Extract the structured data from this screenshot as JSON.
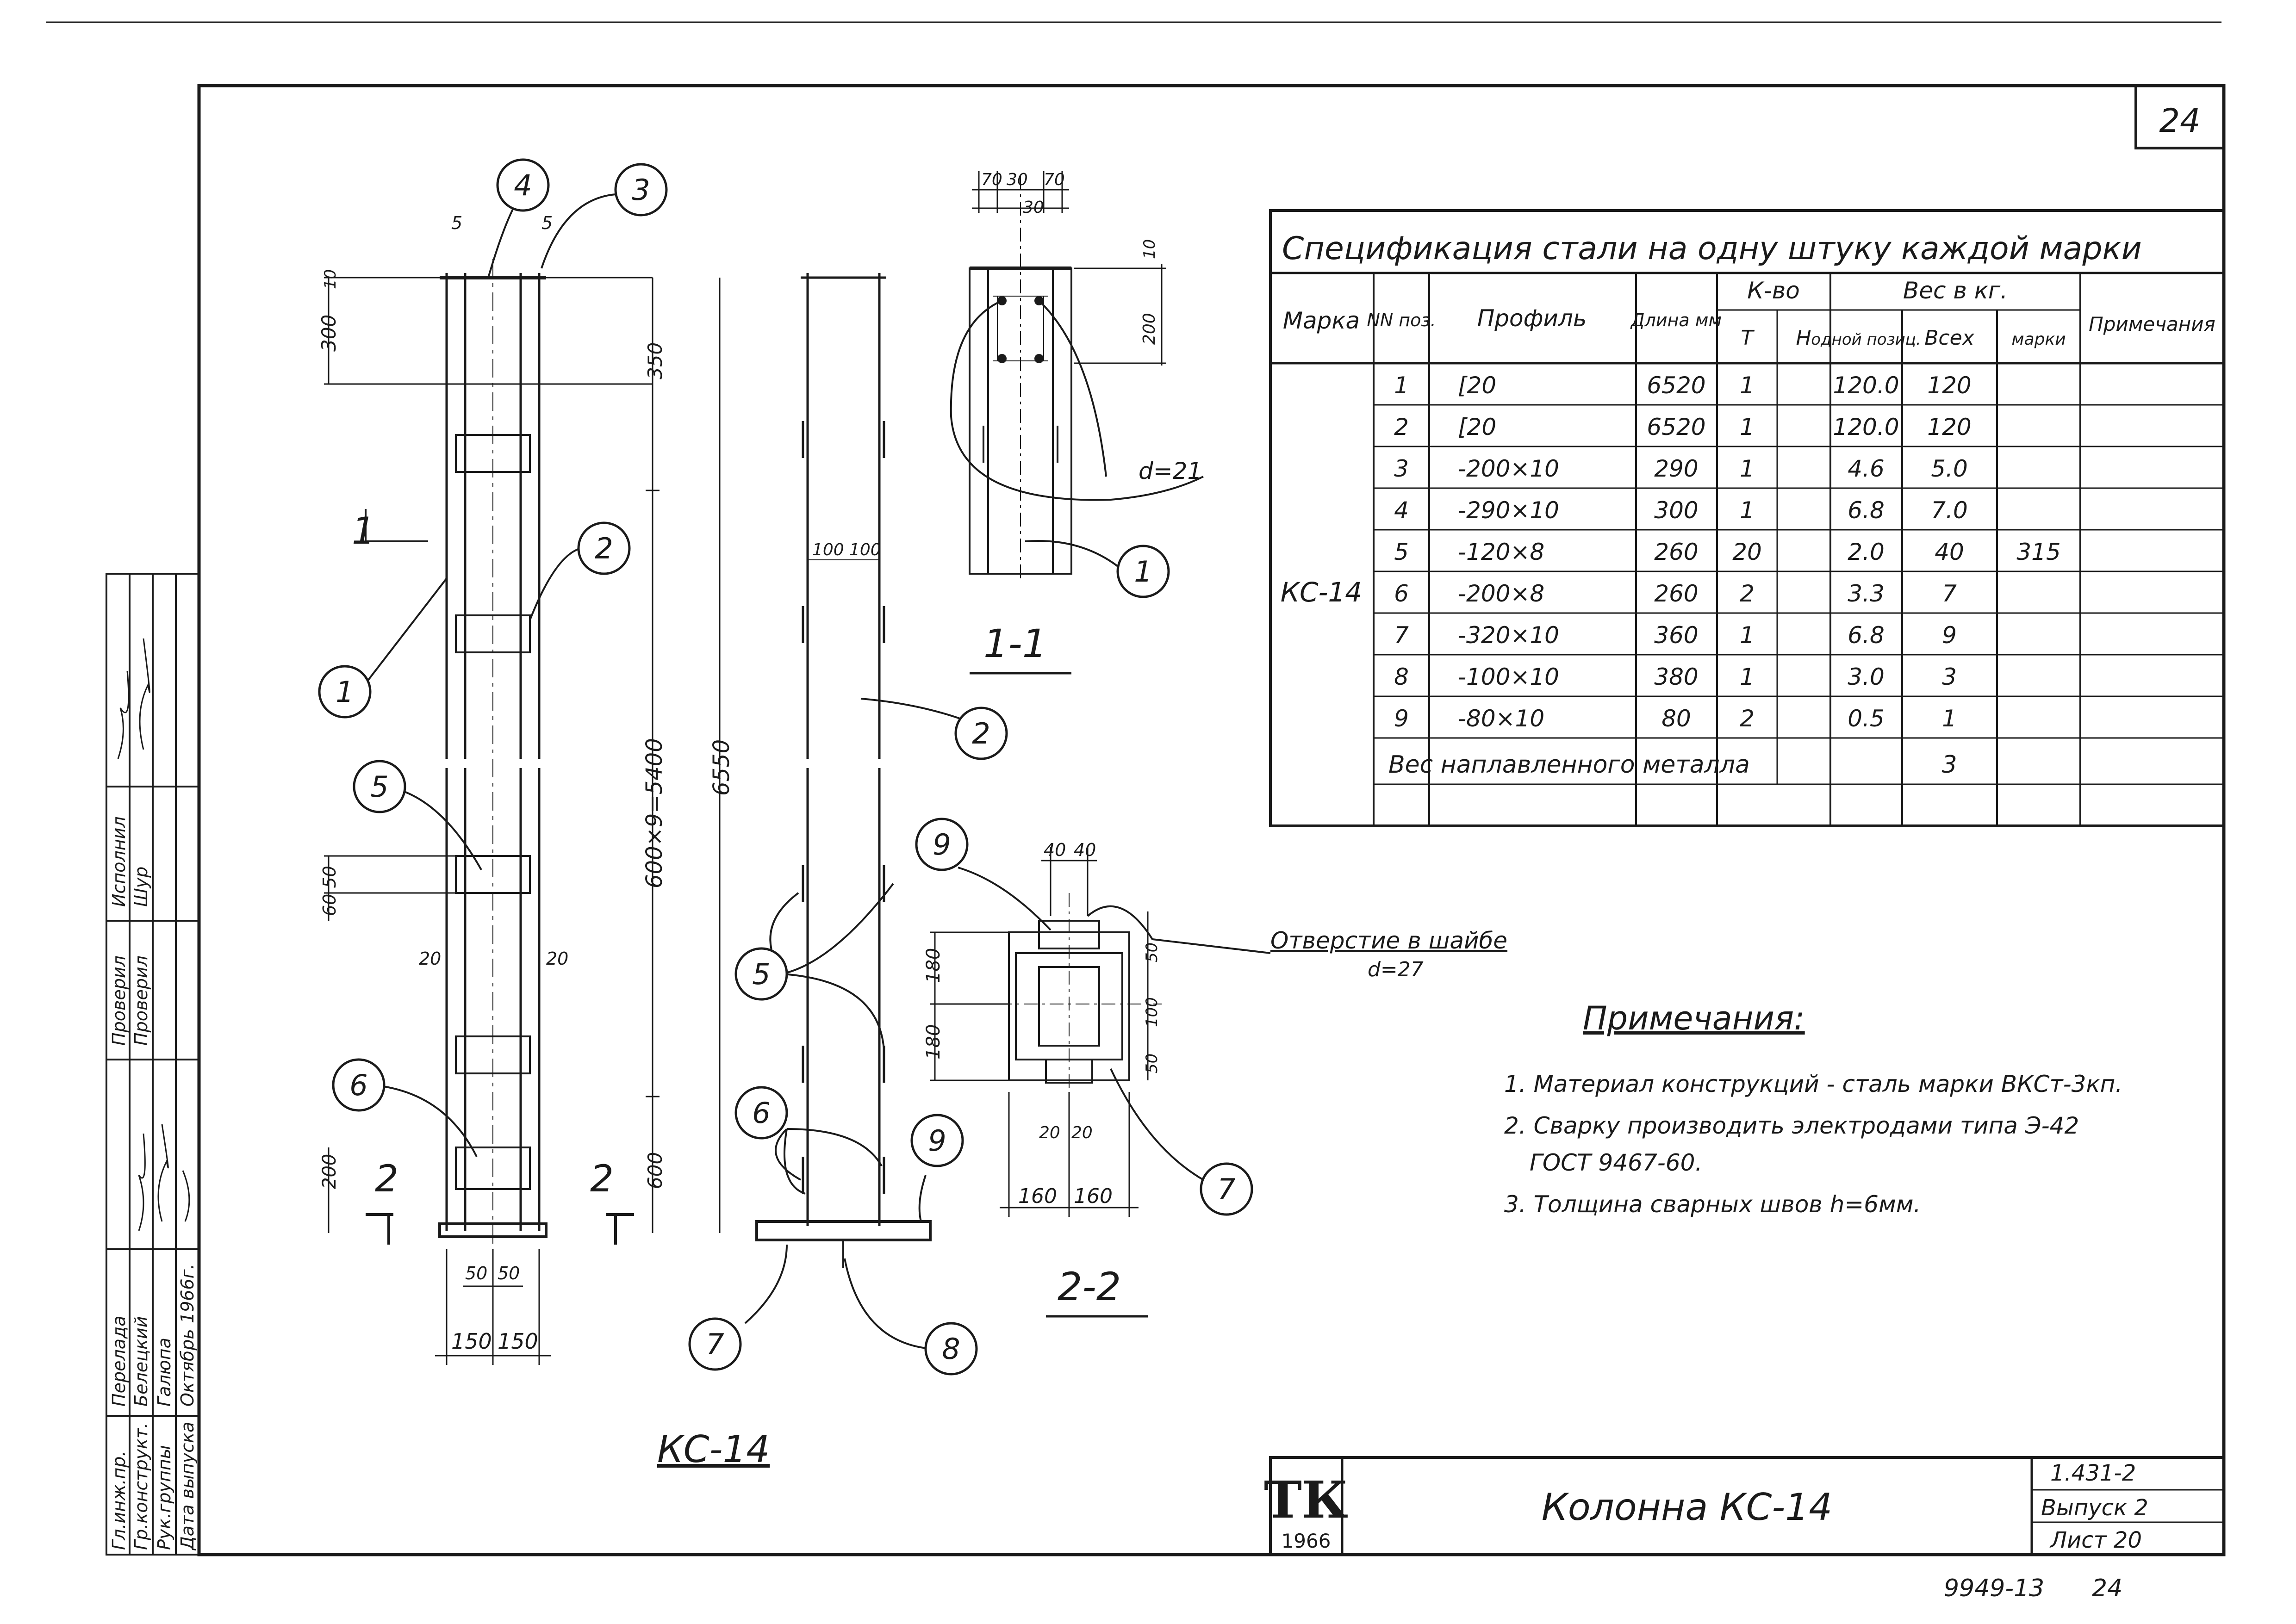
{
  "sheet_number_top": "24",
  "sheet_number_bottom": "24",
  "archive_number": "9949-13",
  "spec": {
    "title": "Спецификация стали на одну штуку каждой марки",
    "headers": {
      "mark": "Марка",
      "pos": "NN поз.",
      "profile": "Профиль",
      "length": "Длина мм",
      "qty": "К-во",
      "qty_t": "Т",
      "qty_n": "Н",
      "weight": "Вес в кг.",
      "weight_unit": "одной позиц.",
      "weight_all": "Всех",
      "weight_mark": "марки",
      "notes": "Примечания"
    },
    "mark": "КС-14",
    "mark_weight": "315",
    "rows": [
      {
        "pos": "1",
        "profile": "[20",
        "length": "6520",
        "qty": "1",
        "unit": "120.0",
        "all": "120"
      },
      {
        "pos": "2",
        "profile": "[20",
        "length": "6520",
        "qty": "1",
        "unit": "120.0",
        "all": "120"
      },
      {
        "pos": "3",
        "profile": "-200×10",
        "length": "290",
        "qty": "1",
        "unit": "4.6",
        "all": "5.0"
      },
      {
        "pos": "4",
        "profile": "-290×10",
        "length": "300",
        "qty": "1",
        "unit": "6.8",
        "all": "7.0"
      },
      {
        "pos": "5",
        "profile": "-120×8",
        "length": "260",
        "qty": "20",
        "unit": "2.0",
        "all": "40"
      },
      {
        "pos": "6",
        "profile": "-200×8",
        "length": "260",
        "qty": "2",
        "unit": "3.3",
        "all": "7"
      },
      {
        "pos": "7",
        "profile": "-320×10",
        "length": "360",
        "qty": "1",
        "unit": "6.8",
        "all": "9"
      },
      {
        "pos": "8",
        "profile": "-100×10",
        "length": "380",
        "qty": "1",
        "unit": "3.0",
        "all": "3"
      },
      {
        "pos": "9",
        "profile": "-80×10",
        "length": "80",
        "qty": "2",
        "unit": "0.5",
        "all": "1"
      }
    ],
    "weld_label": "Вес наплавленного металла",
    "weld_weight": "3"
  },
  "notes": {
    "title": "Примечания:",
    "items": [
      "1. Материал конструкций - сталь марки ВКСт-3кп.",
      "2. Сварку производить электродами типа Э-42",
      "ГОСТ 9467-60.",
      "3. Толщина сварных швов h=6мм."
    ]
  },
  "hole_note": {
    "title": "Отверстие в шайбе",
    "value": "d=27"
  },
  "drawing": {
    "main_label": "КС-14",
    "section_1": "1-1",
    "section_2": "2-2",
    "bolt_label": "d=21",
    "cut_mark_1": "1",
    "cut_mark_2": "2",
    "positions": [
      "1",
      "2",
      "3",
      "4",
      "5",
      "6",
      "7",
      "8",
      "9"
    ],
    "dims": {
      "top_5": "5",
      "d300": "300",
      "d10": "10",
      "d350": "350",
      "d5400": "600×9=5400",
      "d6550": "6550",
      "d600": "600",
      "d200": "200",
      "d60_50": "60 50",
      "d20": "20",
      "d50": "50",
      "d150": "150",
      "d100": "100",
      "d70": "70",
      "d30": "30",
      "d40": "40",
      "d180": "180",
      "d160": "160"
    }
  },
  "stamp_left": {
    "rows": [
      {
        "role": "Гл.инж.пр.",
        "name": "Перелада"
      },
      {
        "role": "Гр.конструкт.",
        "name": "Белецкий"
      },
      {
        "role": "Рук.группы",
        "name": "Галюпа"
      },
      {
        "role": "Дата выпуска",
        "name": "Октябрь 1966г."
      }
    ],
    "checked": "Проверил",
    "checked2": "Проверил",
    "executed": "Исполнил",
    "executor": "Шур"
  },
  "title_block": {
    "logo": "ТК",
    "logo_year": "1966",
    "name": "Колонна КС-14",
    "series": "1.431-2",
    "issue": "Выпуск 2",
    "sheet": "Лист 20"
  }
}
